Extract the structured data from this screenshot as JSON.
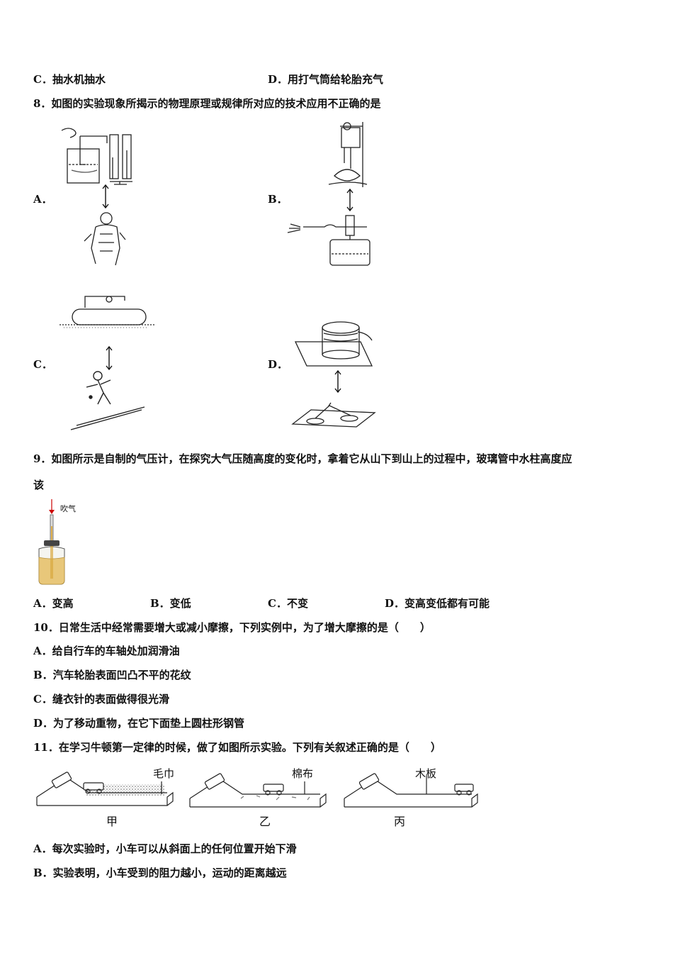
{
  "q7": {
    "opt_c": "C．抽水机抽水",
    "opt_d": "D．用打气筒给轮胎充气"
  },
  "q8": {
    "stem": "8．如图的实验现象所揭示的物理原理或规律所对应的技术应用不正确的是",
    "label_a": "A．",
    "label_b": "B．",
    "label_c": "C．",
    "label_d": "D．"
  },
  "q9": {
    "stem_line1": "9．如图所示是自制的气压计，在探究大气压随高度的变化时，拿着它从山下到山上的过程中，玻璃管中水柱高度应",
    "stem_line2": "该",
    "figure_label": "吹气",
    "opt_a": "A．变高",
    "opt_b": "B．变低",
    "opt_c": "C．不变",
    "opt_d": "D．变高变低都有可能"
  },
  "q10": {
    "stem": "10．日常生活中经常需要增大或减小摩擦，下列实例中，为了增大摩擦的是（　　）",
    "opt_a": "A．给自行车的车轴处加润滑油",
    "opt_b": "B．汽车轮胎表面凹凸不平的花纹",
    "opt_c": "C．缝衣针的表面做得很光滑",
    "opt_d": "D．为了移动重物，在它下面垫上圆柱形钢管"
  },
  "q11": {
    "stem": "11．在学习牛顿第一定律的时候，做了如图所示实验。下列有关叙述正确的是（　　）",
    "surface_1": "毛巾",
    "surface_2": "棉布",
    "surface_3": "木板",
    "caption_1": "甲",
    "caption_2": "乙",
    "caption_3": "丙",
    "opt_a": "A．每次实验时，小车可以从斜面上的任何位置开始下滑",
    "opt_b": "B．实验表明，小车受到的阻力越小，运动的距离越远"
  }
}
